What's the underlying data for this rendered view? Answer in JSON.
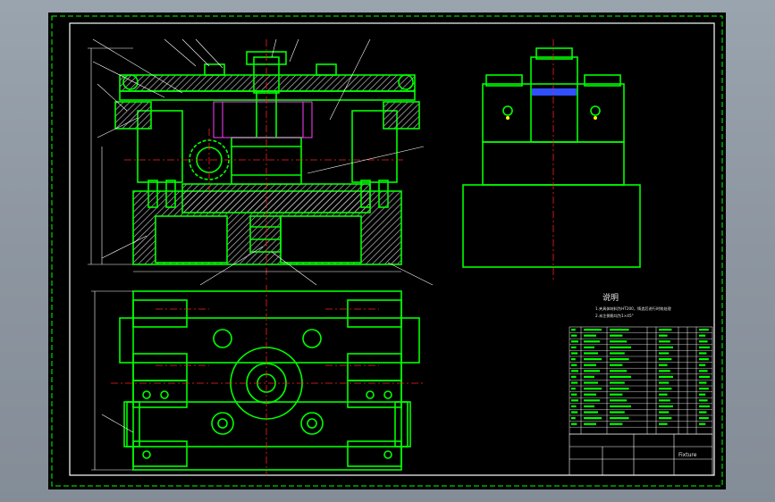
{
  "drawing": {
    "notes_title": "说明",
    "notes": [
      "1.夹具体材料为HT200，铸造后进行时效处理",
      "2.未注倒角均为1×45°"
    ],
    "title_block": {
      "name": "Fixture"
    }
  },
  "colors": {
    "background": "#000000",
    "outline": "#00ff00",
    "centerline": "#ff2020",
    "hatch": "#c8c8c8",
    "dimension": "#ffffff",
    "accent_magenta": "#ff40ff",
    "accent_blue": "#3050ff",
    "accent_yellow": "#ffff00"
  }
}
